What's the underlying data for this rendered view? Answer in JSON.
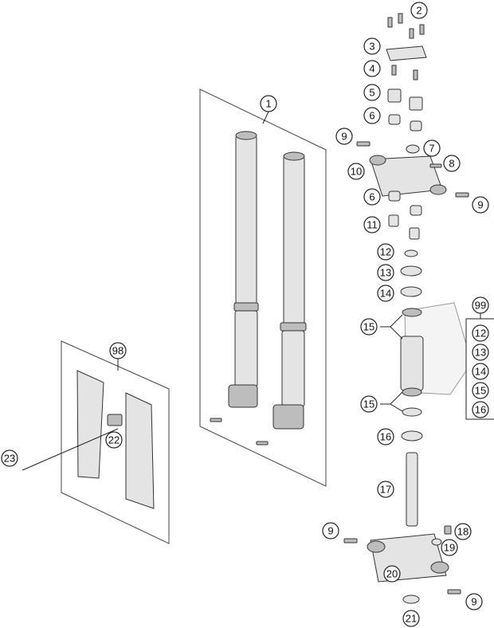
{
  "callouts": {
    "c1": "1",
    "c2": "2",
    "c3": "3",
    "c4": "4",
    "c5": "5",
    "c6a": "6",
    "c6b": "6",
    "c7": "7",
    "c8": "8",
    "c9a": "9",
    "c9b": "9",
    "c9c": "9",
    "c9d": "9",
    "c10": "10",
    "c11": "11",
    "c12": "12",
    "c13": "13",
    "c14": "14",
    "c15a": "15",
    "c15b": "15",
    "c16": "16",
    "c17": "17",
    "c18": "18",
    "c19": "19",
    "c20": "20",
    "c21": "21",
    "c22": "22",
    "c23": "23",
    "c98": "98",
    "c99": "99"
  },
  "kit99_items": [
    "12",
    "13",
    "14",
    "15",
    "16"
  ]
}
